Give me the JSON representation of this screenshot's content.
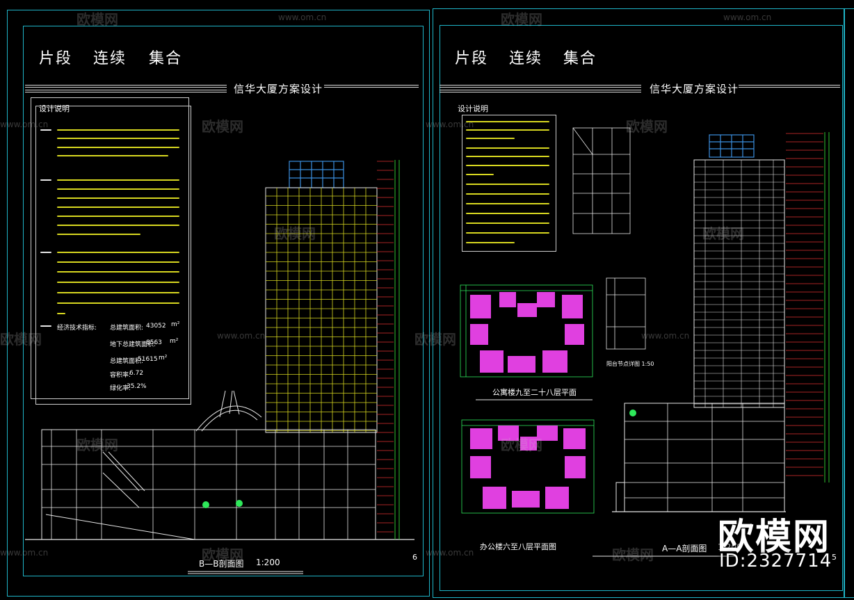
{
  "watermark": {
    "brand": "欧模网",
    "url": "www.om.cn",
    "id": "ID:2327714"
  },
  "left_sheet": {
    "headline": [
      "片段",
      "连续",
      "集合"
    ],
    "project_title": "信华大厦方案设计",
    "notes_title": "设计说明",
    "stats": [
      {
        "label": "总建筑面积:",
        "value": "43052",
        "unit": "m²"
      },
      {
        "label": "地下总建筑面积:",
        "value": "8563",
        "unit": "m²"
      },
      {
        "label": "总建筑面积:",
        "value": "51615",
        "unit": "m²"
      },
      {
        "label": "容积率:",
        "value": "6.72",
        "unit": ""
      },
      {
        "label": "绿化率:",
        "value": "35.2%",
        "unit": ""
      }
    ],
    "stats_heading": "经济技术指标:",
    "section_caption": "B—B剖面图",
    "section_scale": "1:200",
    "page_number": "6"
  },
  "right_sheet": {
    "headline": [
      "片段",
      "连续",
      "集合"
    ],
    "project_title": "信华大厦方案设计",
    "notes_title": "设计说明",
    "plan1_caption": "公寓楼九至二十八层平面",
    "plan2_caption": "办公楼六至八层平面图",
    "detail_caption": "阳台节点详图 1:50",
    "section_caption": "A—A剖面图",
    "section_scale": "1:200",
    "page_number": "5"
  },
  "colors": {
    "frame": "#1fb6c9",
    "floor_plan": "#e040e0",
    "plan_green": "#2ee85a",
    "section_lines": "#d8d820",
    "roof_blue": "#3b8fe0",
    "dim_red": "#e03030",
    "dim_green": "#30c030"
  }
}
